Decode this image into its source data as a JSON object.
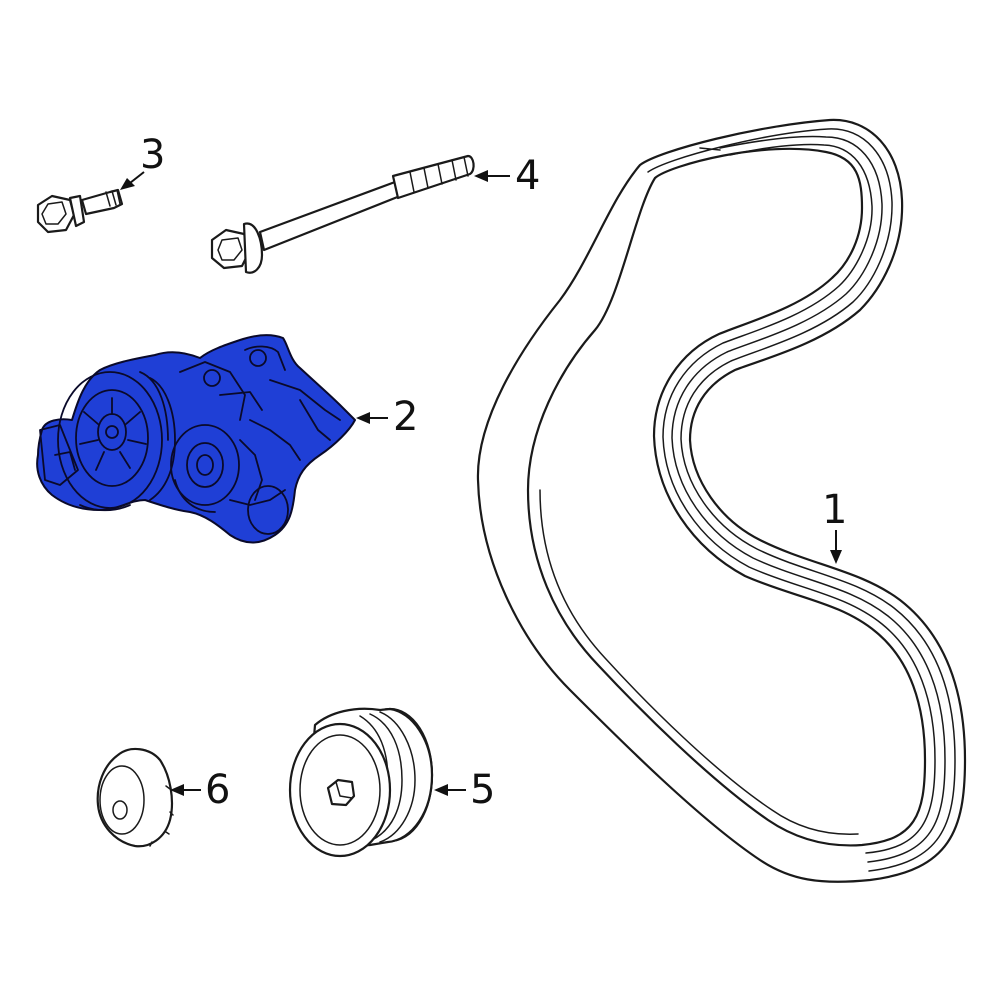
{
  "colors": {
    "highlight": "#1f3fd6",
    "line": "#1a1a1a",
    "background": "#ffffff"
  },
  "callouts": {
    "c1": "1",
    "c2": "2",
    "c3": "3",
    "c4": "4",
    "c5": "5",
    "c6": "6"
  },
  "parts": {
    "p1": "serpentine-belt",
    "p2": "belt-tensioner-assembly",
    "p3": "short-bolt",
    "p4": "long-bolt",
    "p5": "idler-pulley",
    "p6": "pulley-dust-cap"
  }
}
